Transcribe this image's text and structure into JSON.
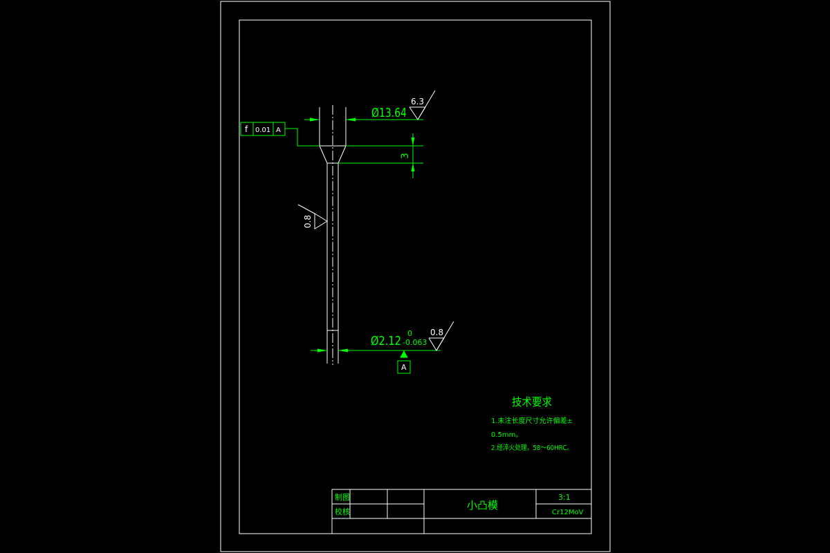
{
  "drawing": {
    "dimensions": {
      "head_diameter": "Ø13.64",
      "shank_diameter": "Ø2.12",
      "shank_tol_upper": "0",
      "shank_tol_lower": "-0.063",
      "head_height": "3"
    },
    "roughness": {
      "head": "6.3",
      "shank": "0.8",
      "tip": "0.8"
    },
    "geometric_tolerance": {
      "symbol": "f",
      "value": "0.01",
      "datum": "A"
    },
    "datum_label": "A"
  },
  "notes": {
    "title": "技术要求",
    "lines": [
      "1.未注长度尺寸允许偏差±",
      "0.5mm。",
      "2.经淬火处理，58～60HRC。"
    ]
  },
  "title_block": {
    "drawn_label": "制图",
    "checked_label": "校核",
    "part_name": "小凸模",
    "scale": "3:1",
    "material": "Cr12MoV"
  },
  "colors": {
    "background": "#000000",
    "dimension": "#00ff00",
    "outline": "#ffffff"
  }
}
